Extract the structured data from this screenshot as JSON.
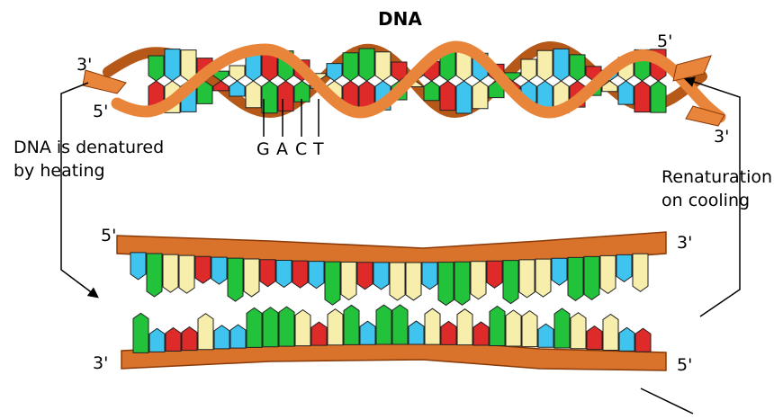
{
  "title": "DNA",
  "helix": {
    "left_top": "3'",
    "left_bottom": "5'",
    "right_top": "5'",
    "right_bottom": "3'",
    "bases": [
      "G",
      "A",
      "C",
      "T"
    ]
  },
  "denature_label": [
    "DNA is denatured",
    "by heating"
  ],
  "renature_label": [
    "Renaturation",
    "on cooling"
  ],
  "strand_upper": {
    "left": "5'",
    "right": "3'"
  },
  "strand_lower": {
    "left": "3'",
    "right": "5'"
  },
  "colors": {
    "backbone": "#d9722a",
    "backbone_edge": "#8a3a08",
    "green": "#22c23a",
    "blue": "#3ec4ef",
    "red": "#df2a2a",
    "yellow": "#f6eeaa"
  }
}
